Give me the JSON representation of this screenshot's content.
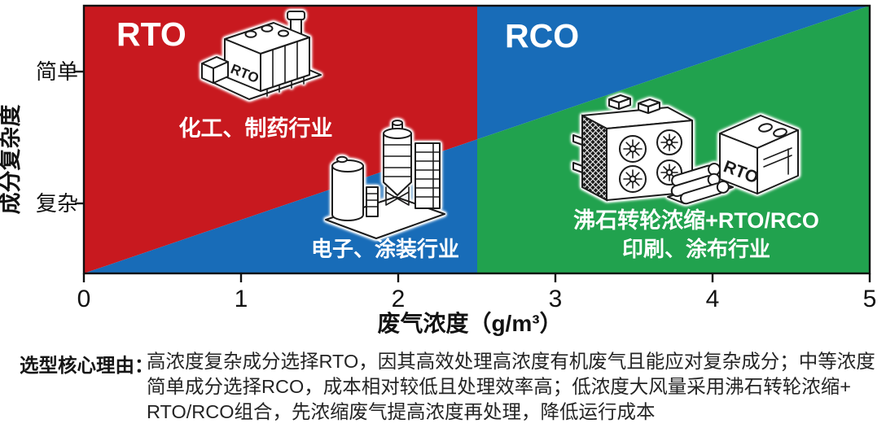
{
  "chart_data": {
    "type": "area",
    "title": "",
    "xlabel": "废气浓度（g/m³）",
    "ylabel": "成分复杂度",
    "xlim": [
      0,
      5
    ],
    "x_ticks": [
      "0",
      "1",
      "2",
      "3",
      "4",
      "5"
    ],
    "y_axis": {
      "top_label": "简单",
      "bottom_label": "复杂"
    },
    "split_x": 2.5,
    "diagonal": "boundary line from (0, bottom) to (5, top)",
    "legend_position": "none",
    "grid": false,
    "regions": [
      {
        "name": "RTO",
        "industry": "化工、制药行业",
        "color": "#c8191f",
        "area": "x < 2.5 and above the diagonal"
      },
      {
        "name": "RCO",
        "industry": "电子、涂装行业",
        "color": "#186cb8",
        "area": "x > 2.5 above the diagonal, plus x < 2.5 below the diagonal"
      },
      {
        "name": "沸石转轮浓缩+RTO/RCO",
        "industry": "印刷、涂布行业",
        "color": "#21a24e",
        "area": "x > 2.5 and below the diagonal"
      }
    ]
  },
  "icons": {
    "furnace_label": "RTO",
    "cube_label": "RTO"
  },
  "reason": {
    "label": "选型核心理由：",
    "lines": [
      "高浓度复杂成分选择RTO，因其高效处理高浓度有机废气且能应对复杂成分；中等浓度",
      "简单成分选择RCO，成本相对较低且处理效率高；低浓度大风量采用沸石转轮浓缩+",
      "RTO/RCO组合，先浓缩废气提高浓度再处理，降低运行成本"
    ]
  }
}
